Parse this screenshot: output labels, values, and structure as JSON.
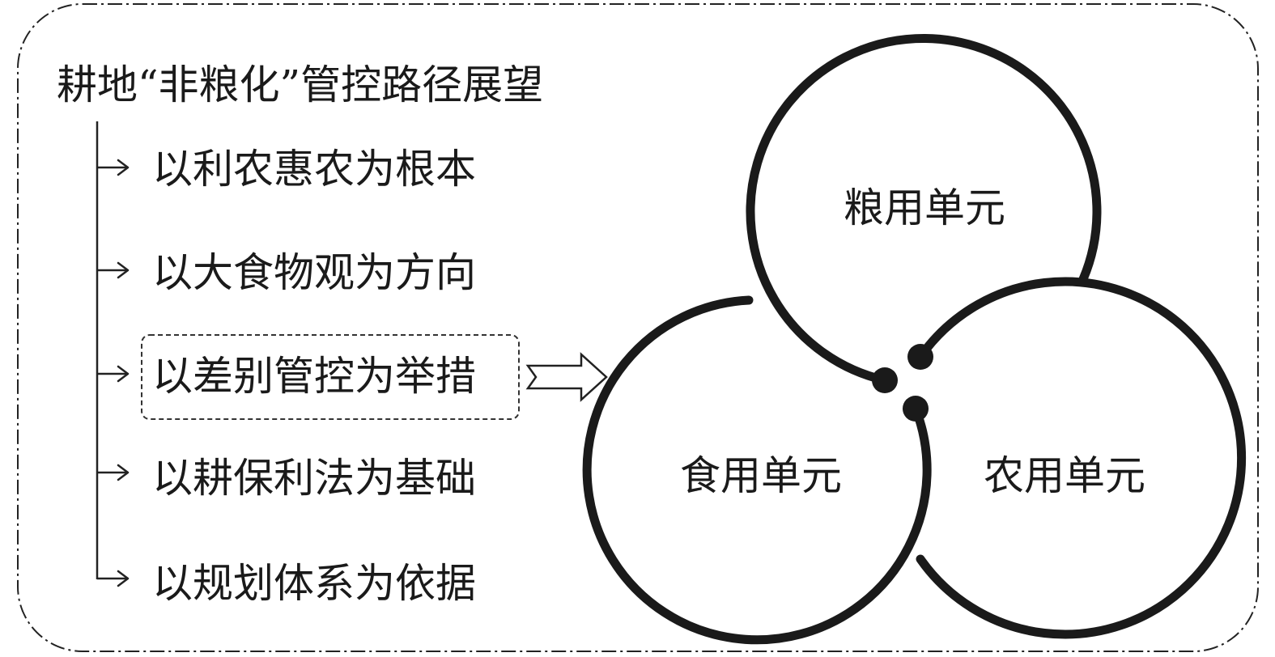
{
  "title": "耕地“非粮化”管控路径展望",
  "items": [
    {
      "label": "以利农惠农为根本",
      "highlighted": false
    },
    {
      "label": "以大食物观为方向",
      "highlighted": false
    },
    {
      "label": "以差别管控为举措",
      "highlighted": true
    },
    {
      "label": "以耕保利法为基础",
      "highlighted": false
    },
    {
      "label": "以规划体系为依据",
      "highlighted": false
    }
  ],
  "units": {
    "grain": "粮用单元",
    "food": "食用单元",
    "agri": "农用单元"
  }
}
